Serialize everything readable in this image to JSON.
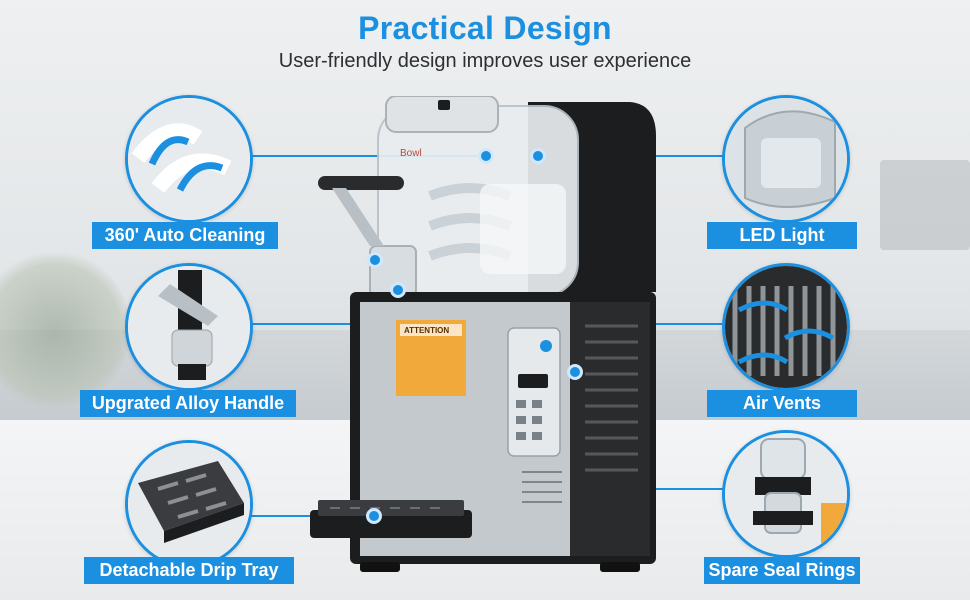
{
  "header": {
    "title": "Practical Design",
    "subtitle": "User-friendly design improves user experience"
  },
  "features": {
    "auto_cleaning": "360' Auto Cleaning",
    "alloy_handle": "Upgrated Alloy Handle",
    "drip_tray": "Detachable Drip Tray",
    "led_light": "LED Light",
    "air_vents": "Air Vents",
    "seal_rings": "Spare Seal Rings"
  },
  "machine": {
    "bowl_label": "Bowl",
    "warning_label": "ATTENTION"
  },
  "colors": {
    "accent": "#1b8fe0",
    "machine_black": "#1c1d1f",
    "warning": "#f2a93b"
  }
}
